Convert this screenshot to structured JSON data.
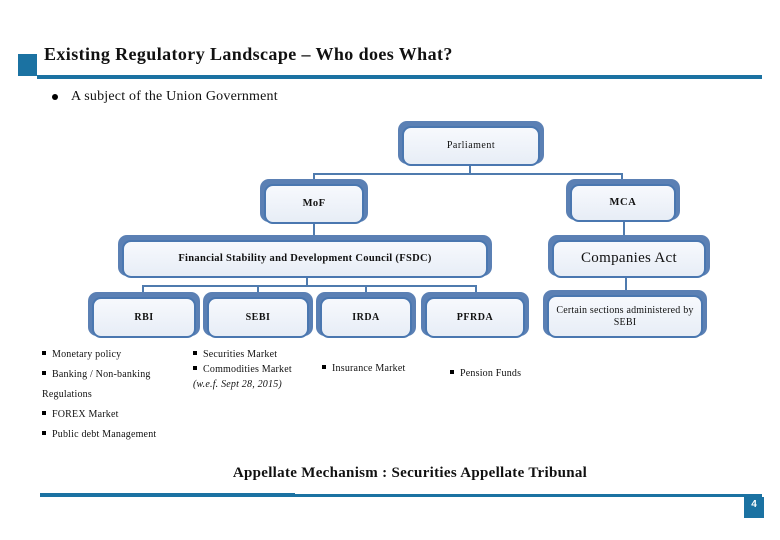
{
  "slide": {
    "title": "Existing Regulatory Landscape – Who does What?",
    "subject_bullet": "A subject of the Union Government",
    "footer_note": "Appellate Mechanism : Securities Appellate Tribunal",
    "page_number": "4"
  },
  "colors": {
    "accent": "#1b72a2",
    "box_back": "#5b80b4",
    "box_border": "#4a77b0",
    "connector": "#4f7bae"
  },
  "org_chart": {
    "nodes": {
      "parliament": "Parliament",
      "mof": "MoF",
      "mca": "MCA",
      "fsdc": "Financial Stability and Development Council (FSDC)",
      "companies_act": "Companies Act",
      "rbi": "RBI",
      "sebi": "SEBI",
      "irda": "IRDA",
      "pfrda": "PFRDA",
      "sebi_sections": "Certain sections administered by SEBI"
    }
  },
  "responsibilities": {
    "rbi": [
      "Monetary policy",
      "Banking /  Non-banking",
      "Regulations",
      "FOREX Market",
      "Public debt Management"
    ],
    "sebi": [
      "Securities Market",
      "Commodities Market"
    ],
    "sebi_note": "(w.e.f. Sept 28, 2015)",
    "irda": [
      "Insurance Market"
    ],
    "pfrda": [
      "Pension Funds"
    ]
  }
}
